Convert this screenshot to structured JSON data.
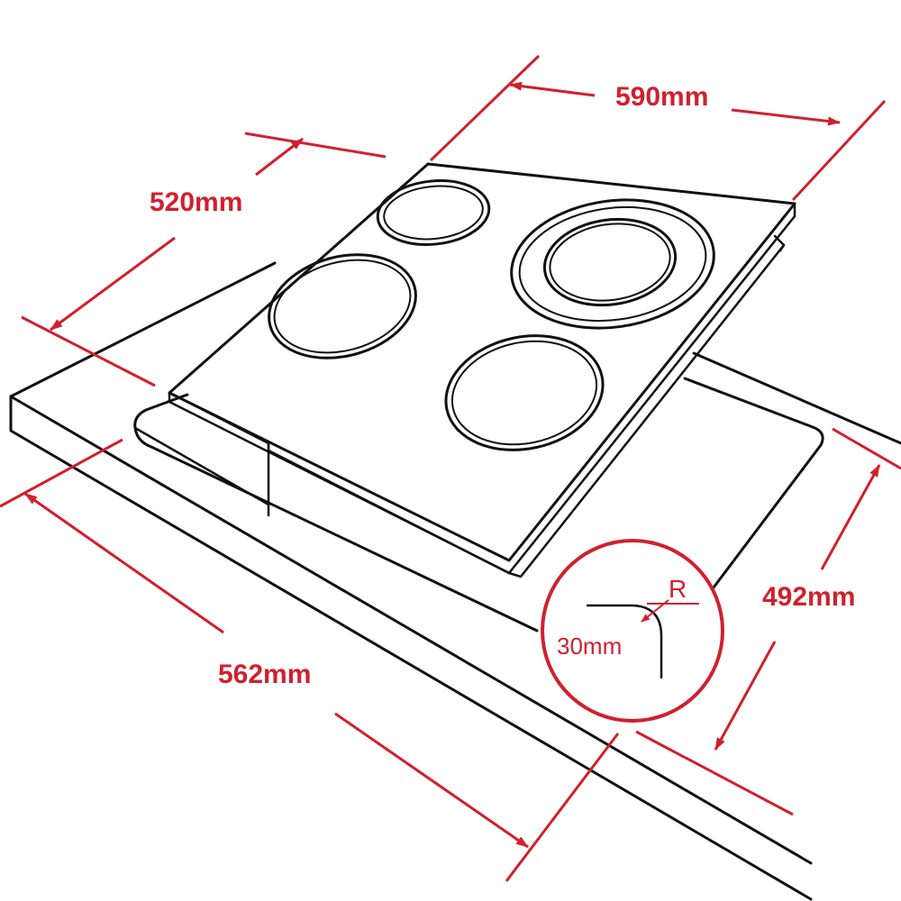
{
  "colors": {
    "accent": "#d0202e",
    "line": "#111111",
    "background": "#ffffff"
  },
  "dimensions": {
    "width_top": "590mm",
    "depth_top": "520mm",
    "cutout_width": "562mm",
    "cutout_depth": "492mm"
  },
  "detail": {
    "radius_symbol": "R",
    "radius_value": "30mm"
  }
}
